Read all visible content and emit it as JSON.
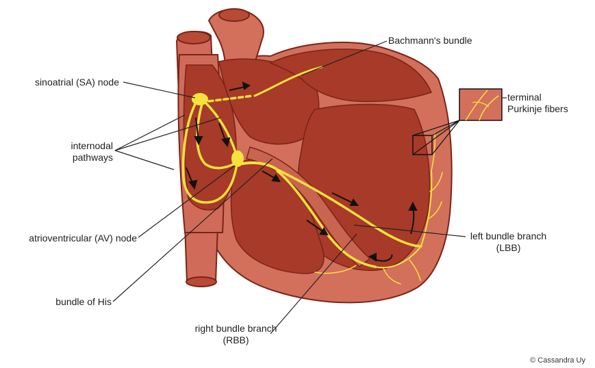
{
  "labels": {
    "bachmann": "Bachmann's bundle",
    "sa_node": "sinoatrial (SA) node",
    "internodal_line1": "internodal",
    "internodal_line2": "pathways",
    "av_node": "atrioventricular (AV) node",
    "bundle_his": "bundle of His",
    "rbb_line1": "right bundle branch",
    "rbb_line2": "(RBB)",
    "lbb_line1": "left bundle branch",
    "lbb_line2": "(LBB)",
    "purkinje_line1": "terminal",
    "purkinje_line2": "Purkinje fibers"
  },
  "credit": "© Cassandra Uy",
  "colors": {
    "wall": "#d2705c",
    "chamber": "#a73a28",
    "chamber_dark": "#8e2f1f",
    "outline": "#7a2418",
    "conduction": "#f7e23c",
    "leader": "#222222"
  }
}
